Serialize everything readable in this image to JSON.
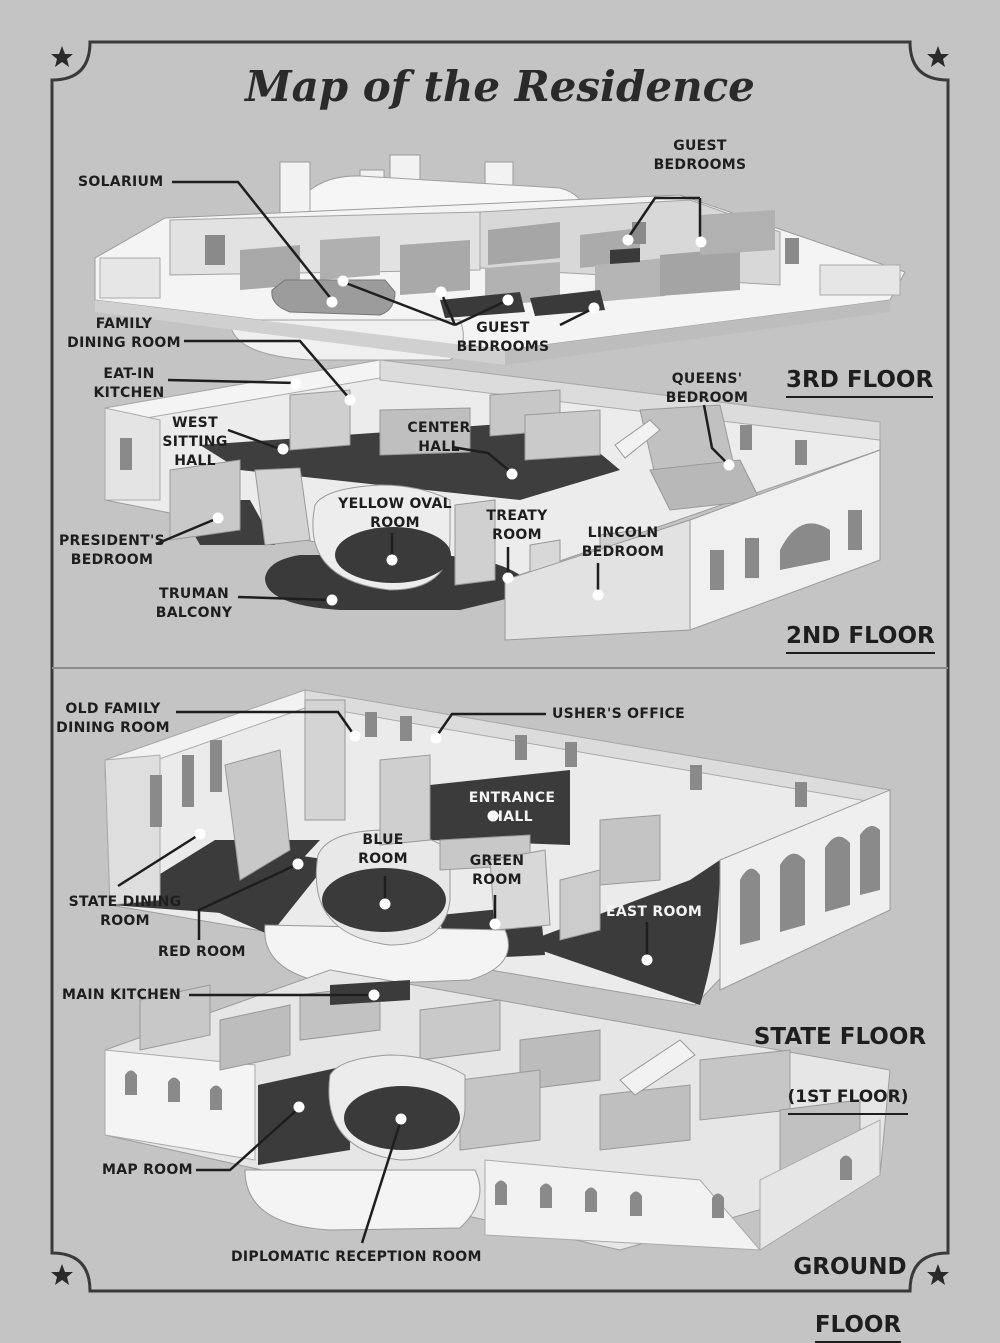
{
  "title": "Map of the Residence",
  "floors": {
    "third": "3RD FLOOR",
    "second": "2ND FLOOR",
    "state": "STATE FLOOR",
    "state_sub": "(1ST FLOOR)",
    "ground_line1": "GROUND",
    "ground_line2": "FLOOR"
  },
  "rooms": {
    "solarium": "SOLARIUM",
    "guest_bedrooms_top": "GUEST\nBEDROOMS",
    "guest_bedrooms_mid": "GUEST\nBEDROOMS",
    "family_dining_room": "FAMILY\nDINING ROOM",
    "eat_in_kitchen": "EAT-IN\nKITCHEN",
    "west_sitting_hall": "WEST\nSITTING\nHALL",
    "center_hall": "CENTER\nHALL",
    "queens_bedroom": "QUEENS'\nBEDROOM",
    "yellow_oval_room": "YELLOW OVAL\nROOM",
    "treaty_room": "TREATY\nROOM",
    "lincoln_bedroom": "LINCOLN\nBEDROOM",
    "presidents_bedroom": "PRESIDENT'S\nBEDROOM",
    "truman_balcony": "TRUMAN\nBALCONY",
    "old_family_dining_room": "OLD FAMILY\nDINING ROOM",
    "ushers_office": "USHER'S OFFICE",
    "entrance_hall": "ENTRANCE\nHALL",
    "blue_room": "BLUE\nROOM",
    "green_room": "GREEN\nROOM",
    "east_room": "EAST ROOM",
    "state_dining_room": "STATE DINING\nROOM",
    "red_room": "RED ROOM",
    "main_kitchen": "MAIN KITCHEN",
    "map_room": "MAP ROOM",
    "diplomatic_reception_room": "DIPLOMATIC RECEPTION ROOM"
  },
  "colors": {
    "background": "#c4c4c4",
    "ink": "#1e1e1e",
    "floor_dark": "#3a3a3a",
    "wall_light": "#e8e8e8",
    "wall_mid": "#b8b8b8"
  }
}
